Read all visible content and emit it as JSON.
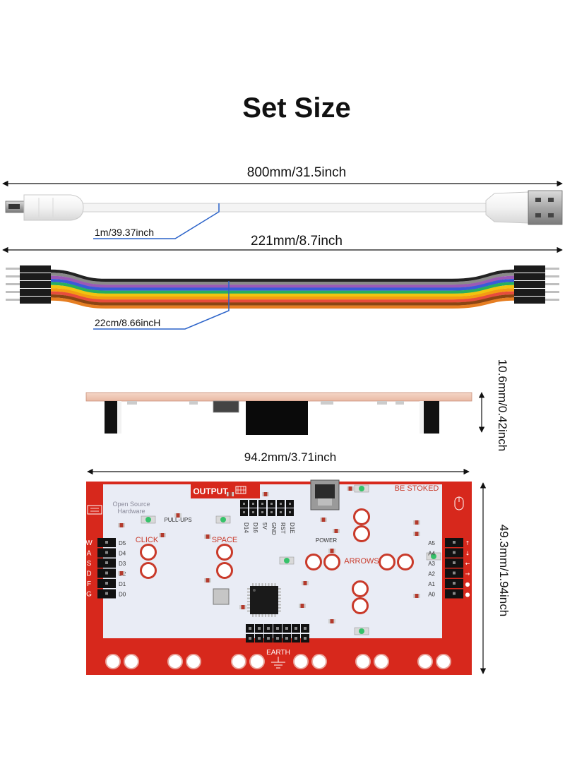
{
  "title": "Set Size",
  "usb_cable": {
    "overall_dimension": "800mm/31.5inch",
    "callout": "1m/39.37inch"
  },
  "jumper_wires": {
    "overall_dimension": "221mm/8.7inch",
    "callout": "22cm/8.66incH",
    "wire_colors": [
      "#222222",
      "#8a8a8a",
      "#9b59b6",
      "#3a5bd9",
      "#27ae60",
      "#f1c40f",
      "#f39c12",
      "#e74c3c",
      "#8b4513",
      "#e67e22"
    ]
  },
  "board_side": {
    "thickness": "10.6mm/0.42inch"
  },
  "board_top": {
    "width": "94.2mm/3.71inch",
    "height": "49.3mm/1.94inch",
    "labels": {
      "output": "OUTPUT",
      "be_stoked": "BE STOKED",
      "open_source": "Open Source",
      "hardware": "Hardware",
      "pull_ups": "PULL-UPS",
      "click": "CLICK",
      "space": "SPACE",
      "arrows": "ARROWS",
      "power": "POWER",
      "earth": "EARTH"
    },
    "header_pins": [
      "D14",
      "D16",
      "5V",
      "GND",
      "RST",
      "D1E"
    ],
    "left_keys": [
      "W",
      "A",
      "S",
      "D",
      "F",
      "G"
    ],
    "left_pins": [
      "D5",
      "D4",
      "D3",
      "D2",
      "D1",
      "D0"
    ],
    "right_pins": [
      "A5",
      "A4",
      "A3",
      "A2",
      "A1",
      "A0"
    ],
    "colors": {
      "pcb_red": "#d7281c",
      "pcb_white": "#e9ecf5",
      "pad": "#c93a2a"
    }
  }
}
